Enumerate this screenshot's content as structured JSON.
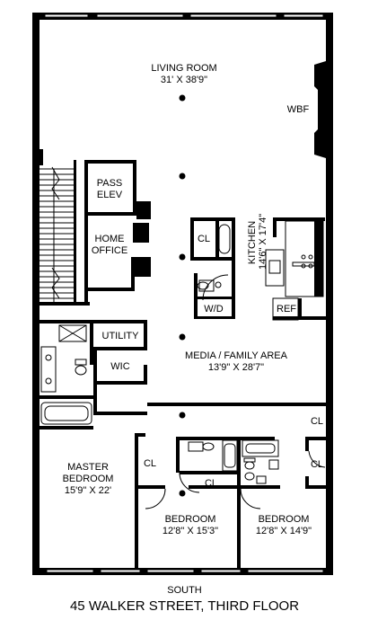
{
  "rooms": {
    "living_room": {
      "name": "LIVING ROOM",
      "dims": "31' X 38'9\""
    },
    "wbf": "WBF",
    "pass_elev": {
      "line1": "PASS",
      "line2": "ELEV"
    },
    "home_office": {
      "line1": "HOME",
      "line2": "OFFICE"
    },
    "kitchen": {
      "name": "KITCHEN",
      "dims": "14'6\" X 17'4\""
    },
    "cl": "CL",
    "wd": "W/D",
    "ref": "REF",
    "utility": "UTILITY",
    "wic": "WIC",
    "media": {
      "name": "MEDIA / FAMILY AREA",
      "dims": "13'9\" X 28'7\""
    },
    "master": {
      "line1": "MASTER",
      "line2": "BEDROOM",
      "dims": "15'9\" X 22'"
    },
    "bedroom1": {
      "name": "BEDROOM",
      "dims": "12'8\" X 15'3\""
    },
    "bedroom2": {
      "name": "BEDROOM",
      "dims": "12'8\" X 14'9\""
    }
  },
  "orientation": "SOUTH",
  "address": "45 WALKER STREET, THIRD FLOOR"
}
